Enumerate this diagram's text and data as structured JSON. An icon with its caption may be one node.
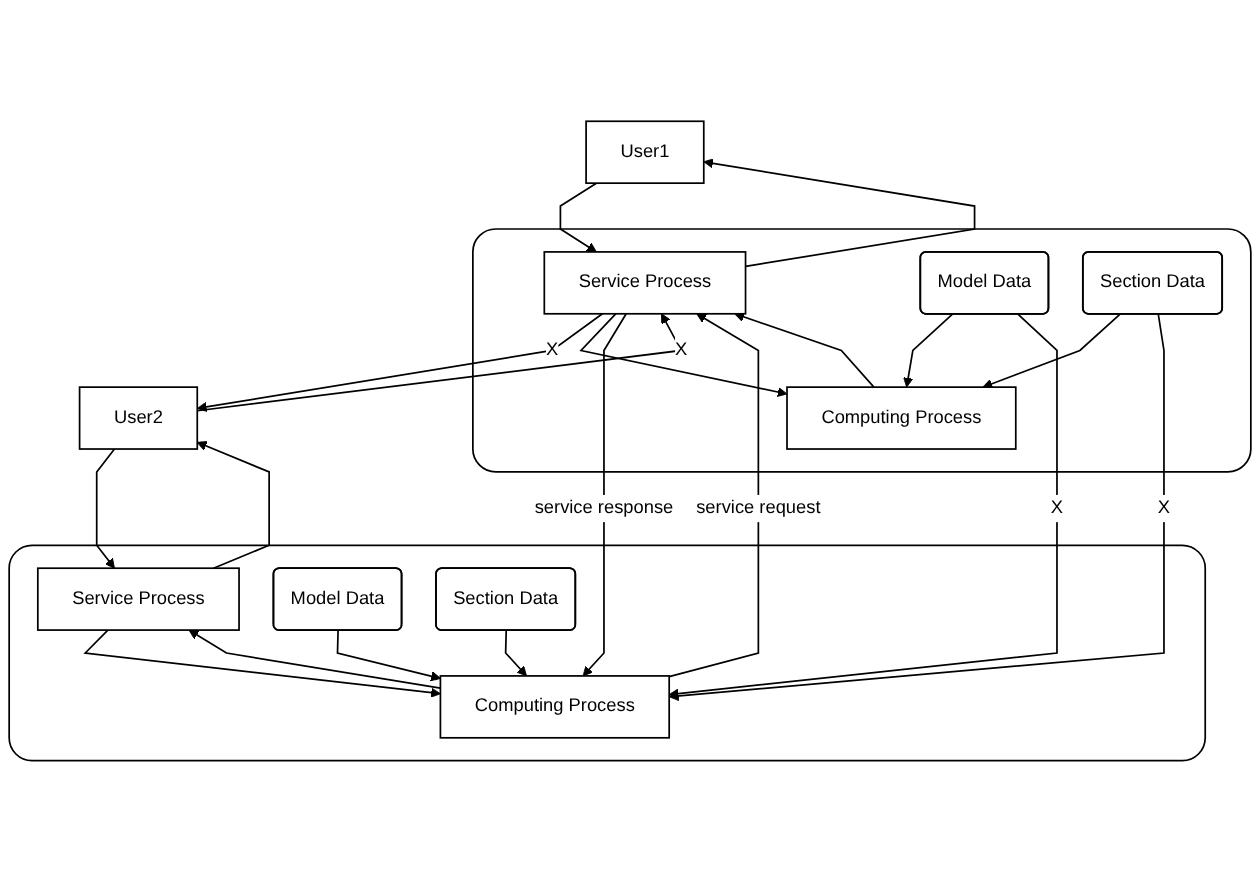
{
  "diagram": {
    "nodes": [
      {
        "text": [
          "User1"
        ]
      },
      {
        "text": [
          "User2"
        ]
      },
      {
        "text": [],
        "shape": "box"
      },
      {
        "text": [
          "Computing Process"
        ],
        "in": 2
      },
      {
        "text": [
          "Service Process"
        ],
        "in": 2
      },
      {
        "text": [
          "Model Data"
        ],
        "in": 2
      },
      {
        "text": [
          "Section Data"
        ],
        "in": 2
      },
      {
        "text": [],
        "shape": "box"
      },
      {
        "text": [
          "Computing Process"
        ],
        "in": 7
      },
      {
        "text": [
          "Service Process"
        ],
        "in": 7
      },
      {
        "text": [
          "Model Data"
        ],
        "in": 7
      },
      {
        "text": [
          "Section Data"
        ],
        "in": 7
      }
    ],
    "edges": [
      {
        "from": 0,
        "to": 4,
        "arrow": "to"
      },
      {
        "from": 4,
        "to": 0,
        "arrow": "to"
      },
      {
        "from": 4,
        "to": 1,
        "arrow": "to",
        "label": "X"
      },
      {
        "from": 1,
        "to": 4,
        "arrow": "to",
        "label": "X"
      },
      {
        "from": 1,
        "to": 9,
        "arrow": "to"
      },
      {
        "from": 9,
        "to": 1,
        "arrow": "to"
      },
      {
        "from": 4,
        "to": 3,
        "arrow": "to"
      },
      {
        "from": 3,
        "to": 4,
        "arrow": "to"
      },
      {
        "from": 8,
        "to": 4,
        "arrow": "to",
        "label": "service request"
      },
      {
        "from": 4,
        "to": 8,
        "arrow": "to",
        "label": "service response"
      },
      {
        "from": 9,
        "to": 8,
        "arrow": "to"
      },
      {
        "from": 8,
        "to": 9,
        "arrow": "to"
      },
      {
        "from": 5,
        "to": 3,
        "arrow": "to"
      },
      {
        "from": 6,
        "to": 3,
        "arrow": "to"
      },
      {
        "from": 5,
        "to": 8,
        "arrow": "to",
        "label": "X"
      },
      {
        "from": 6,
        "to": 8,
        "arrow": "to",
        "label": "X"
      },
      {
        "from": 10,
        "to": 8,
        "arrow": "to"
      },
      {
        "from": 11,
        "to": 8,
        "arrow": "to"
      }
    ]
  }
}
